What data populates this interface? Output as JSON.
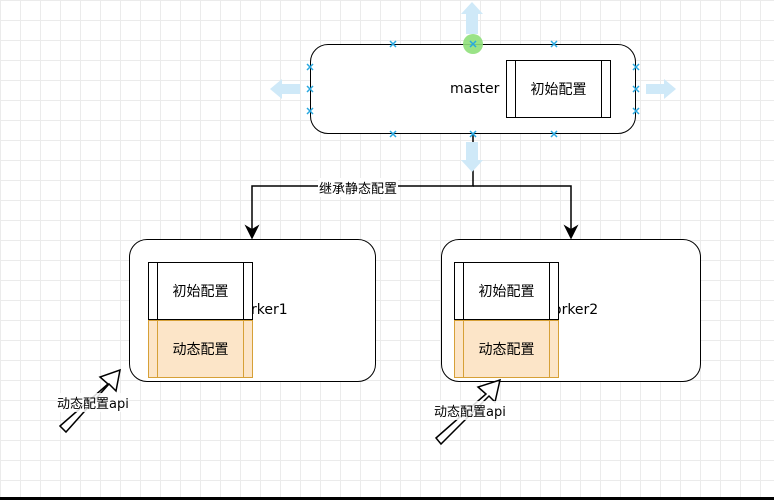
{
  "master": {
    "label": "master",
    "init_config": "初始配置"
  },
  "edge_label": "继承静态配置",
  "worker1": {
    "label": "rker1",
    "init_config": "初始配置",
    "dynamic_config": "动态配置",
    "api_label": "动态配置api"
  },
  "worker2": {
    "label": "orker2",
    "init_config": "初始配置",
    "dynamic_config": "动态配置",
    "api_label": "动态配置api"
  },
  "colors": {
    "dynamic_fill": "#fce5c8",
    "dynamic_border": "#d6a037",
    "selection_handle": "#29a8e0",
    "hover_arrow": "#cfe9f8",
    "rotate_handle": "#8fe07a"
  }
}
